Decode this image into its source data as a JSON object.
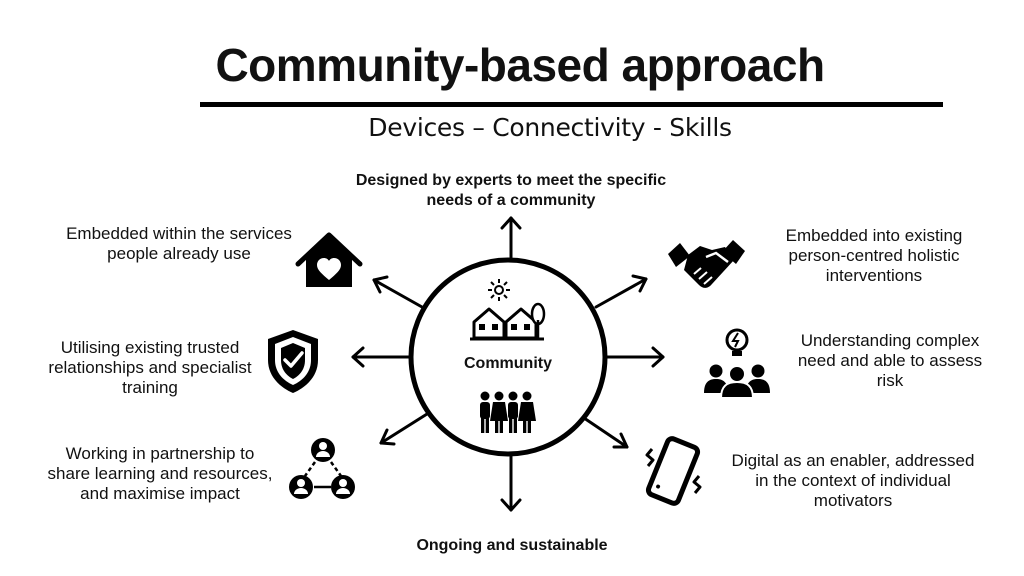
{
  "title": "Community-based approach",
  "subtitle": "Devices – Connectivity - Skills",
  "center_label": "Community",
  "top_label": "Designed by experts to meet the specific needs of a community",
  "bottom_label": "Ongoing and sustainable",
  "left_items": [
    {
      "text": "Embedded within the services people already use",
      "icon": "house-heart-icon"
    },
    {
      "text": "Utilising existing trusted relationships and specialist training",
      "icon": "shield-check-icon"
    },
    {
      "text": "Working in partnership to share learning and resources, and maximise impact",
      "icon": "network-people-icon"
    }
  ],
  "right_items": [
    {
      "text": "Embedded into existing person-centred holistic interventions",
      "icon": "handshake-icon"
    },
    {
      "text": "Understanding complex need and able to assess risk",
      "icon": "team-idea-icon"
    },
    {
      "text": "Digital as an enabler, addressed in the context of individual motivators",
      "icon": "phone-vibrate-icon"
    }
  ]
}
